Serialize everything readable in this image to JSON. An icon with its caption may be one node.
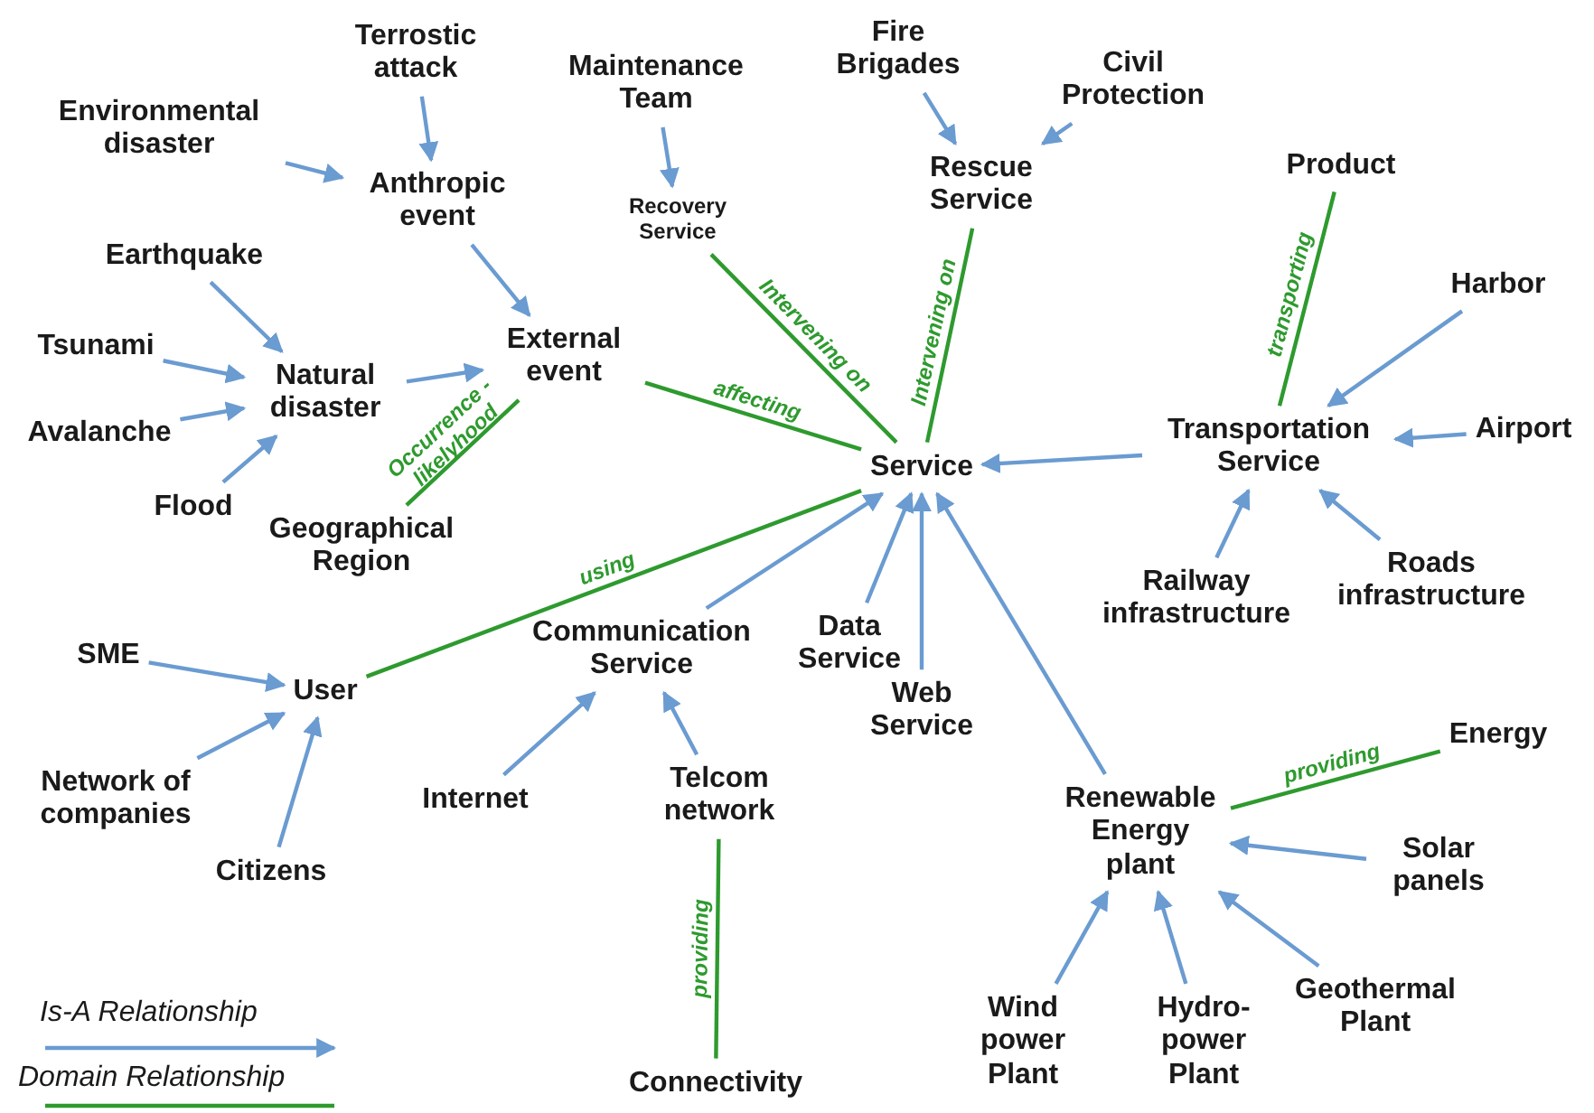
{
  "diagram": {
    "nodes": [
      {
        "text": [
          "Terrostic attack"
        ]
      },
      {
        "text": [
          "Maintenance Team"
        ]
      },
      {
        "text": [
          "Fire Brigades"
        ]
      },
      {
        "text": [
          "Civil Protection"
        ]
      },
      {
        "text": [
          "Environmental disaster"
        ]
      },
      {
        "text": [
          "Anthropic event"
        ]
      },
      {
        "text": [
          "Recovery Service"
        ]
      },
      {
        "text": [
          "Rescue Service"
        ]
      },
      {
        "text": [
          "Product"
        ]
      },
      {
        "text": [
          "Earthquake"
        ]
      },
      {
        "text": [
          "Harbor"
        ]
      },
      {
        "text": [
          "Tsunami"
        ]
      },
      {
        "text": [
          "Natural disaster"
        ]
      },
      {
        "text": [
          "External event"
        ]
      },
      {
        "text": [
          "Avalanche"
        ]
      },
      {
        "text": [
          "Service"
        ]
      },
      {
        "text": [
          "Transportation Service"
        ]
      },
      {
        "text": [
          "Airport"
        ]
      },
      {
        "text": [
          "Flood"
        ]
      },
      {
        "text": [
          "Geographical Region"
        ]
      },
      {
        "text": [
          "SME"
        ]
      },
      {
        "text": [
          "User"
        ]
      },
      {
        "text": [
          "Communication Service"
        ]
      },
      {
        "text": [
          "Data Service"
        ]
      },
      {
        "text": [
          "Web Service"
        ]
      },
      {
        "text": [
          "Railway infrastructure"
        ]
      },
      {
        "text": [
          "Roads infrastructure"
        ]
      },
      {
        "text": [
          "Energy"
        ]
      },
      {
        "text": [
          "Renewable Energy plant"
        ]
      },
      {
        "text": [
          "Solar panels"
        ]
      },
      {
        "text": [
          "Network of companies"
        ]
      },
      {
        "text": [
          "Citizens"
        ]
      },
      {
        "text": [
          "Internet"
        ]
      },
      {
        "text": [
          "Telcom network"
        ]
      },
      {
        "text": [
          "Wind power Plant"
        ]
      },
      {
        "text": [
          "Hydro-power Plant"
        ]
      },
      {
        "text": [
          "Geothermal Plant"
        ]
      },
      {
        "text": [
          "Connectivity"
        ]
      }
    ],
    "edges": [
      {
        "from": 0,
        "to": 5,
        "arrow": "to"
      },
      {
        "from": 4,
        "to": 5,
        "arrow": "to"
      },
      {
        "from": 5,
        "to": 13,
        "arrow": "to"
      },
      {
        "from": 1,
        "to": 6,
        "arrow": "to"
      },
      {
        "from": 2,
        "to": 7,
        "arrow": "to"
      },
      {
        "from": 3,
        "to": 7,
        "arrow": "to"
      },
      {
        "from": 9,
        "to": 12,
        "arrow": "to"
      },
      {
        "from": 11,
        "to": 12,
        "arrow": "to"
      },
      {
        "from": 14,
        "to": 12,
        "arrow": "to"
      },
      {
        "from": 18,
        "to": 12,
        "arrow": "to"
      },
      {
        "from": 12,
        "to": 13,
        "arrow": "to"
      },
      {
        "from": 10,
        "to": 16,
        "arrow": "to"
      },
      {
        "from": 17,
        "to": 16,
        "arrow": "to"
      },
      {
        "from": 25,
        "to": 16,
        "arrow": "to"
      },
      {
        "from": 26,
        "to": 16,
        "arrow": "to"
      },
      {
        "from": 16,
        "to": 15,
        "arrow": "to"
      },
      {
        "from": 22,
        "to": 15,
        "arrow": "to"
      },
      {
        "from": 23,
        "to": 15,
        "arrow": "to"
      },
      {
        "from": 24,
        "to": 15,
        "arrow": "to"
      },
      {
        "from": 28,
        "to": 15,
        "arrow": "to"
      },
      {
        "from": 20,
        "to": 21,
        "arrow": "to"
      },
      {
        "from": 30,
        "to": 21,
        "arrow": "to"
      },
      {
        "from": 31,
        "to": 21,
        "arrow": "to"
      },
      {
        "from": 32,
        "to": 22,
        "arrow": "to"
      },
      {
        "from": 33,
        "to": 22,
        "arrow": "to"
      },
      {
        "from": 29,
        "to": 28,
        "arrow": "to"
      },
      {
        "from": 36,
        "to": 28,
        "arrow": "to"
      },
      {
        "from": 34,
        "to": 28,
        "arrow": "to"
      },
      {
        "from": 35,
        "to": 28,
        "arrow": "to"
      },
      {
        "from": 6,
        "to": 15,
        "arrow": "none",
        "label": "Intervening on",
        "color": "#2e9a2e"
      },
      {
        "from": 7,
        "to": 15,
        "arrow": "none",
        "label": "Intervening on",
        "color": "#2e9a2e"
      },
      {
        "from": 13,
        "to": 15,
        "arrow": "none",
        "label": "affecting",
        "color": "#2e9a2e"
      },
      {
        "from": 19,
        "to": 13,
        "arrow": "none",
        "label": "Occurrence -likelyhood",
        "color": "#2e9a2e"
      },
      {
        "from": 21,
        "to": 15,
        "arrow": "none",
        "label": "using",
        "color": "#2e9a2e"
      },
      {
        "from": 8,
        "to": 16,
        "arrow": "none",
        "label": "transporting",
        "color": "#2e9a2e"
      },
      {
        "from": 28,
        "to": 27,
        "arrow": "none",
        "label": "providing",
        "color": "#2e9a2e"
      },
      {
        "from": 33,
        "to": 37,
        "arrow": "none",
        "label": "providing",
        "color": "#2e9a2e"
      }
    ],
    "legend": [
      {
        "text": "Is-A Relationship"
      },
      {
        "text": "Domain Relationship"
      }
    ]
  }
}
